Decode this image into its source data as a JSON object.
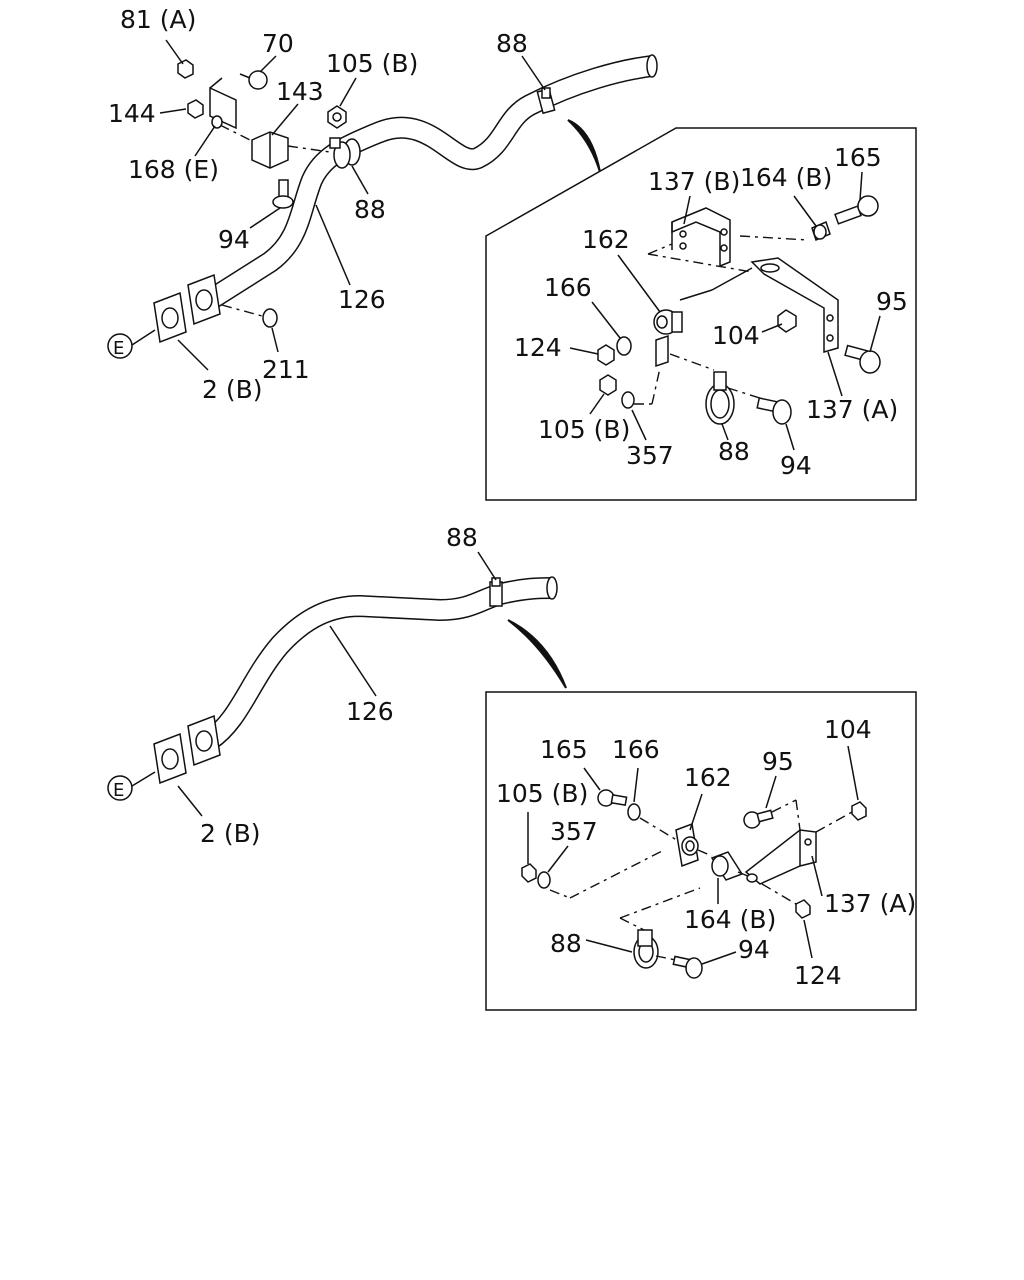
{
  "labels": {
    "top": {
      "l81a": "81 (A)",
      "l70": "70",
      "l105b": "105 (B)",
      "l88_top": "88",
      "l144": "144",
      "l143": "143",
      "l168e": "168 (E)",
      "l88_mid": "88",
      "l94": "94",
      "l126": "126",
      "lE": "E",
      "l2b": "2 (B)",
      "l211": "211"
    },
    "detail1": {
      "l137b": "137 (B)",
      "l164b": "164 (B)",
      "l165": "165",
      "l162": "162",
      "l166": "166",
      "l95": "95",
      "l104": "104",
      "l124": "124",
      "l105b": "105 (B)",
      "l357": "357",
      "l88": "88",
      "l94": "94",
      "l137a": "137 (A)"
    },
    "bottom": {
      "l88": "88",
      "l126": "126",
      "lE": "E",
      "l2b": "2 (B)"
    },
    "detail2": {
      "l104": "104",
      "l165": "165",
      "l166": "166",
      "l162": "162",
      "l95": "95",
      "l105b": "105 (B)",
      "l357": "357",
      "l137a": "137 (A)",
      "l164b": "164 (B)",
      "l88": "88",
      "l94": "94",
      "l124": "124"
    }
  }
}
